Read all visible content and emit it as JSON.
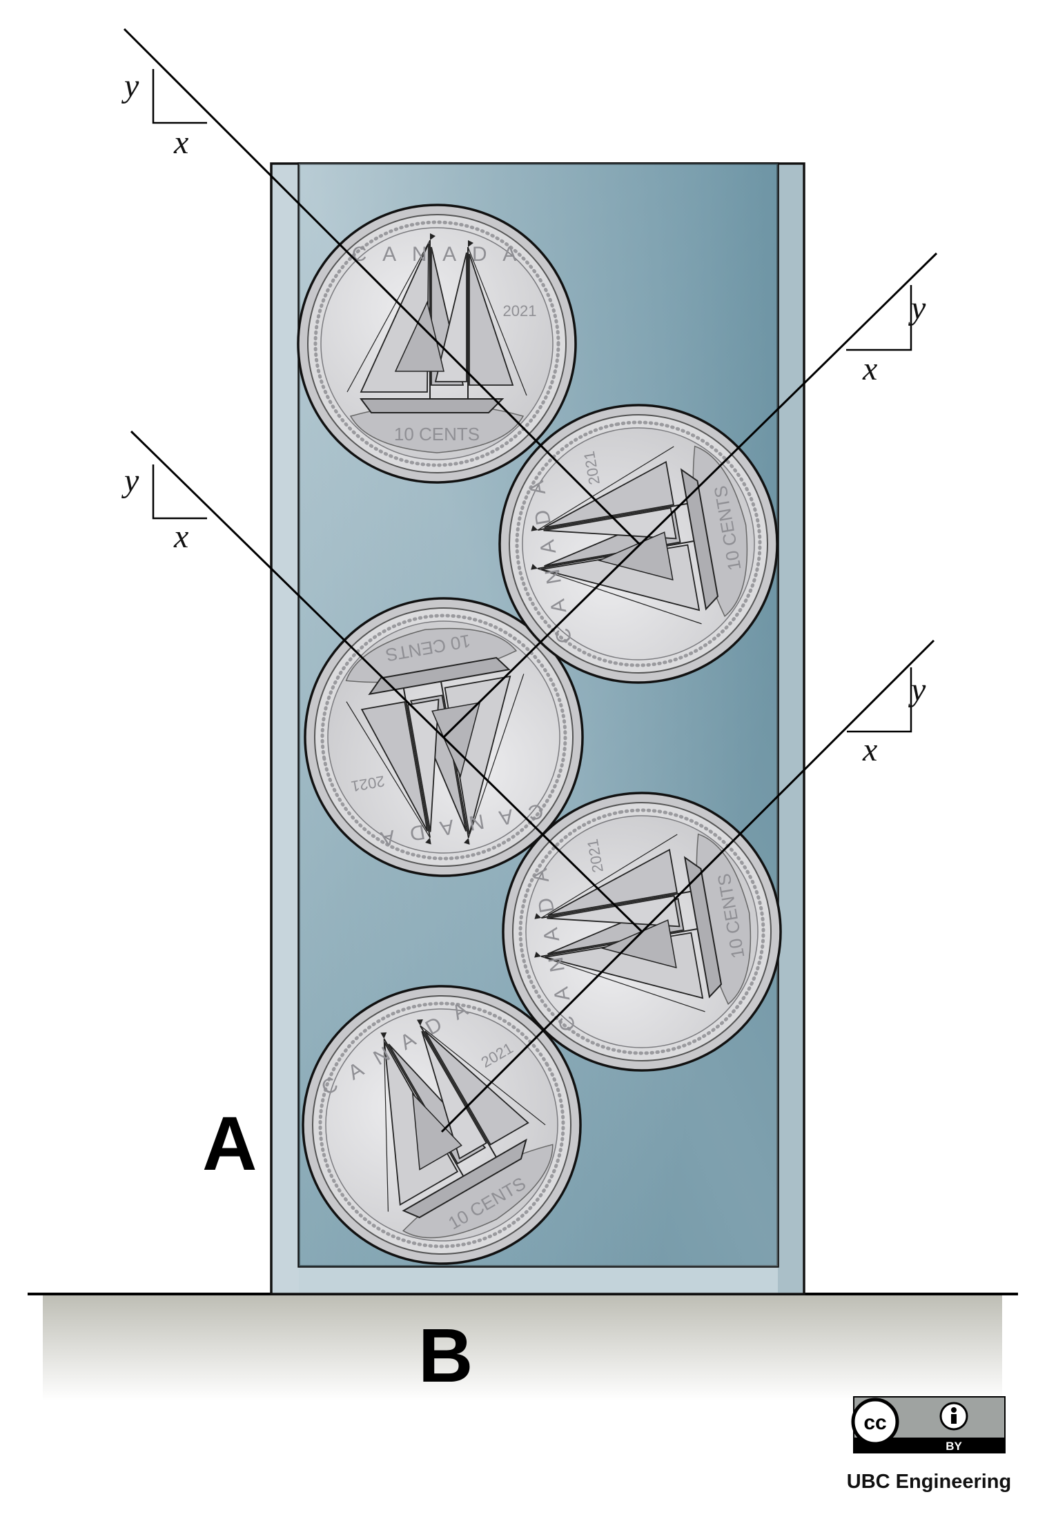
{
  "labels": {
    "point_a": "A",
    "point_b": "B",
    "axis_x": "x",
    "axis_y": "y"
  },
  "coin": {
    "country": "C A N A D A",
    "year": "2021",
    "denomination": "10 CENTS"
  },
  "license": {
    "cc": "cc",
    "by": "BY",
    "credit": "UBC Engineering"
  },
  "colors": {
    "container_dark": "#6f97a6",
    "container_light": "#c8d7de",
    "coin_face": "#d6d6d8",
    "coin_rim": "#c2c2c5"
  }
}
